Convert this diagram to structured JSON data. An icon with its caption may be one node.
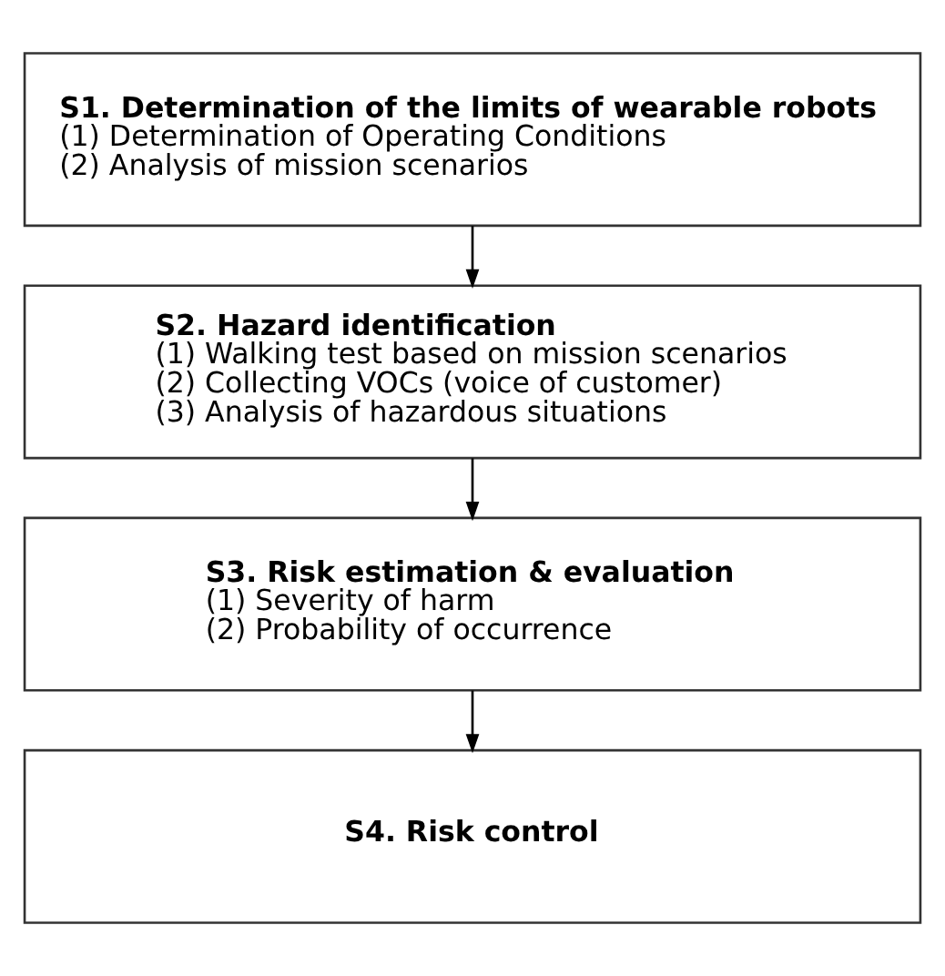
{
  "diagram": {
    "nodes": [
      {
        "text": [
          "S1. Determination of the limits of wearable robots",
          "(1) Determination of Operating Conditions",
          "(2) Analysis of mission scenarios"
        ]
      },
      {
        "text": [
          "S2. Hazard identification",
          "(1) Walking test based on mission scenarios",
          "(2) Collecting VOCs (voice of customer)",
          "(3) Analysis of hazardous situations"
        ]
      },
      {
        "text": [
          "S3. Risk estimation & evaluation",
          "(1) Severity of harm",
          "(2) Probability of occurrence"
        ]
      },
      {
        "text": [
          "S4. Risk control"
        ]
      }
    ],
    "edges": [
      {
        "from": 0,
        "to": 1,
        "arrow": "to"
      },
      {
        "from": 1,
        "to": 2,
        "arrow": "to"
      },
      {
        "from": 2,
        "to": 3,
        "arrow": "to"
      }
    ]
  }
}
